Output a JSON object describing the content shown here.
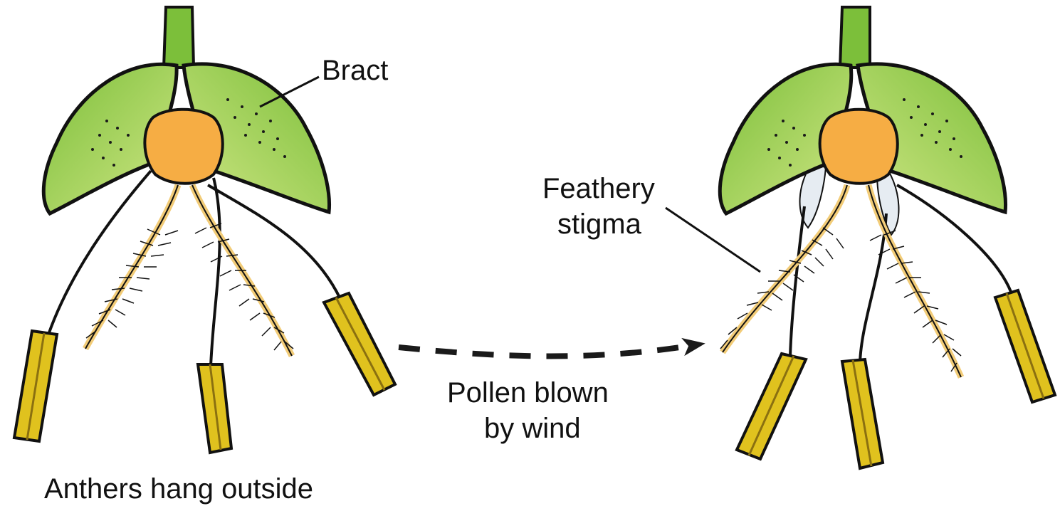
{
  "labels": {
    "bract": "Bract",
    "feathery_stigma_line1": "Feathery",
    "feathery_stigma_line2": "stigma",
    "pollen_line1": "Pollen blown",
    "pollen_line2": "by wind",
    "anthers": "Anthers hang outside"
  },
  "colors": {
    "leaf": "#8cc43c",
    "leaf_light": "#c8e27a",
    "stem": "#7cbf3a",
    "ovary": "#f6ad44",
    "stigma": "#f2cc78",
    "anther": "#e0c21e",
    "anther_dark": "#8a7010",
    "outline": "#111111",
    "sheath": "#e6ecf2"
  }
}
